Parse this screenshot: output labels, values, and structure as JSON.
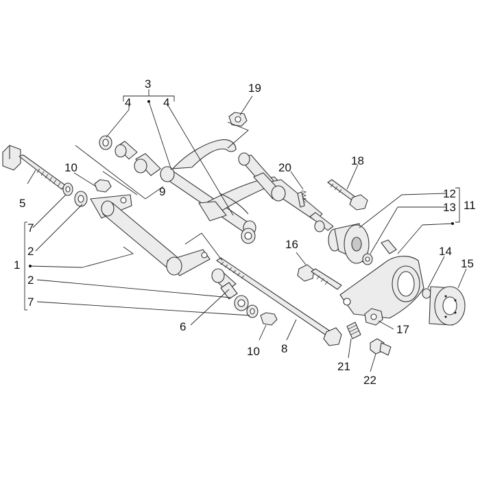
{
  "callouts": {
    "c1": "1",
    "c2a": "2",
    "c2b": "2",
    "c3": "3",
    "c4a": "4",
    "c4b": "4",
    "c5": "5",
    "c6": "6",
    "c7a": "7",
    "c7b": "7",
    "c8": "8",
    "c9": "9",
    "c10a": "10",
    "c10b": "10",
    "c11": "11",
    "c12": "12",
    "c13": "13",
    "c14": "14",
    "c15": "15",
    "c16": "16",
    "c17": "17",
    "c18": "18",
    "c19": "19",
    "c20": "20",
    "c21": "21",
    "c22": "22"
  },
  "colors": {
    "line": "#333333",
    "part_fill": "#ececec",
    "background": "#ffffff"
  }
}
